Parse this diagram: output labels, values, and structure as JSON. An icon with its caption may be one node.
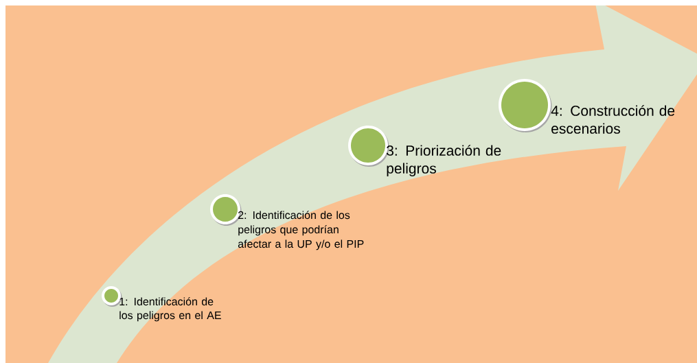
{
  "diagram": {
    "nodes": [
      {
        "text": [
          "1: Identificación de los peligros en el AE"
        ]
      },
      {
        "text": [
          "2: Identificación de los peligros que podrían afectar a la UP y/o el PIP"
        ]
      },
      {
        "text": [
          "3: Priorización de peligros"
        ]
      },
      {
        "text": [
          "4: Construcción de escenarios"
        ]
      }
    ]
  }
}
